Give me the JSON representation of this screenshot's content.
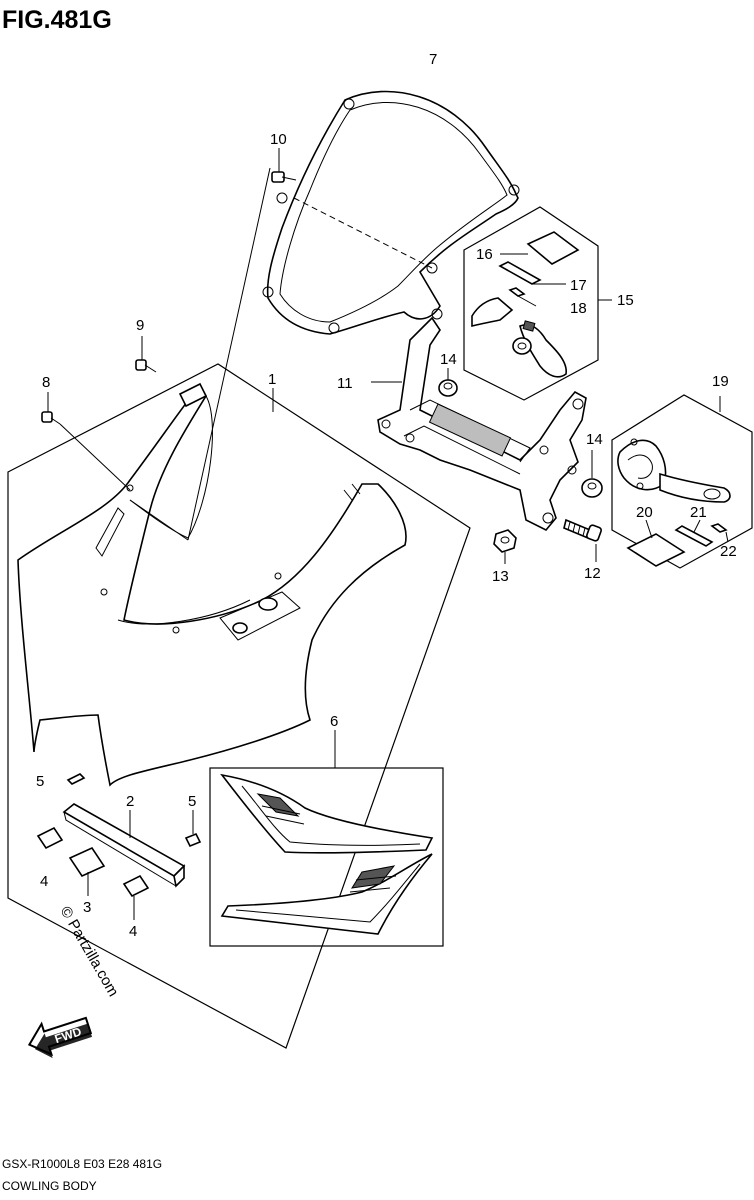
{
  "figure": {
    "title": "FIG.481G",
    "model_code": "GSX-R1000L8  E03  E28  481G",
    "subtitle": "COWLING BODY",
    "watermark": "© Partzilla.com",
    "direction_label": "FWD"
  },
  "callouts": [
    {
      "id": "c1",
      "text": "1"
    },
    {
      "id": "c2",
      "text": "2"
    },
    {
      "id": "c3",
      "text": "3"
    },
    {
      "id": "c4a",
      "text": "4"
    },
    {
      "id": "c4b",
      "text": "4"
    },
    {
      "id": "c5a",
      "text": "5"
    },
    {
      "id": "c5b",
      "text": "5"
    },
    {
      "id": "c6",
      "text": "6"
    },
    {
      "id": "c7",
      "text": "7"
    },
    {
      "id": "c8",
      "text": "8"
    },
    {
      "id": "c9",
      "text": "9"
    },
    {
      "id": "c10",
      "text": "10"
    },
    {
      "id": "c11",
      "text": "11"
    },
    {
      "id": "c12",
      "text": "12"
    },
    {
      "id": "c13",
      "text": "13"
    },
    {
      "id": "c14a",
      "text": "14"
    },
    {
      "id": "c14b",
      "text": "14"
    },
    {
      "id": "c15",
      "text": "15"
    },
    {
      "id": "c16",
      "text": "16"
    },
    {
      "id": "c17",
      "text": "17"
    },
    {
      "id": "c18",
      "text": "18"
    },
    {
      "id": "c19",
      "text": "19"
    },
    {
      "id": "c20",
      "text": "20"
    },
    {
      "id": "c21",
      "text": "21"
    },
    {
      "id": "c22",
      "text": "22"
    }
  ]
}
